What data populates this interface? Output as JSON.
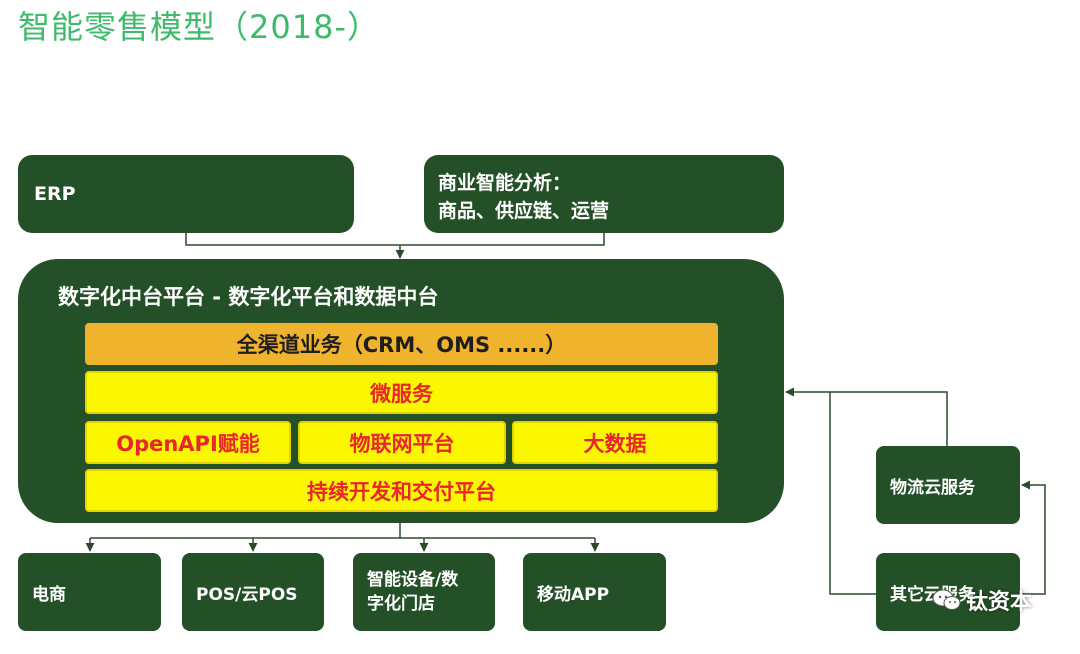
{
  "title": "智能零售模型（2018-）",
  "top": {
    "erp": "ERP",
    "bi_line1": "商业智能分析：",
    "bi_line2": "商品、供应链、运营"
  },
  "platform": {
    "title": "数字化中台平台 - 数字化平台和数据中台",
    "omnichannel": "全渠道业务（CRM、OMS ......）",
    "microservices": "微服务",
    "openapi": "OpenAPI赋能",
    "iot": "物联网平台",
    "bigdata": "大数据",
    "devops": "持续开发和交付平台"
  },
  "bottom": {
    "ecommerce": "电商",
    "pos": "POS/云POS",
    "devices_line1": "智能设备/数",
    "devices_line2": "字化门店",
    "mobile": "移动APP"
  },
  "right": {
    "logistics": "物流云服务",
    "other": "其它云服务"
  },
  "watermark": "钛资本",
  "colors": {
    "box_green": "#245027",
    "title_green": "#3dbb6a",
    "orange_band": "#f0b32d",
    "yellow_band": "#fbf700",
    "red_text": "#e8262b"
  }
}
